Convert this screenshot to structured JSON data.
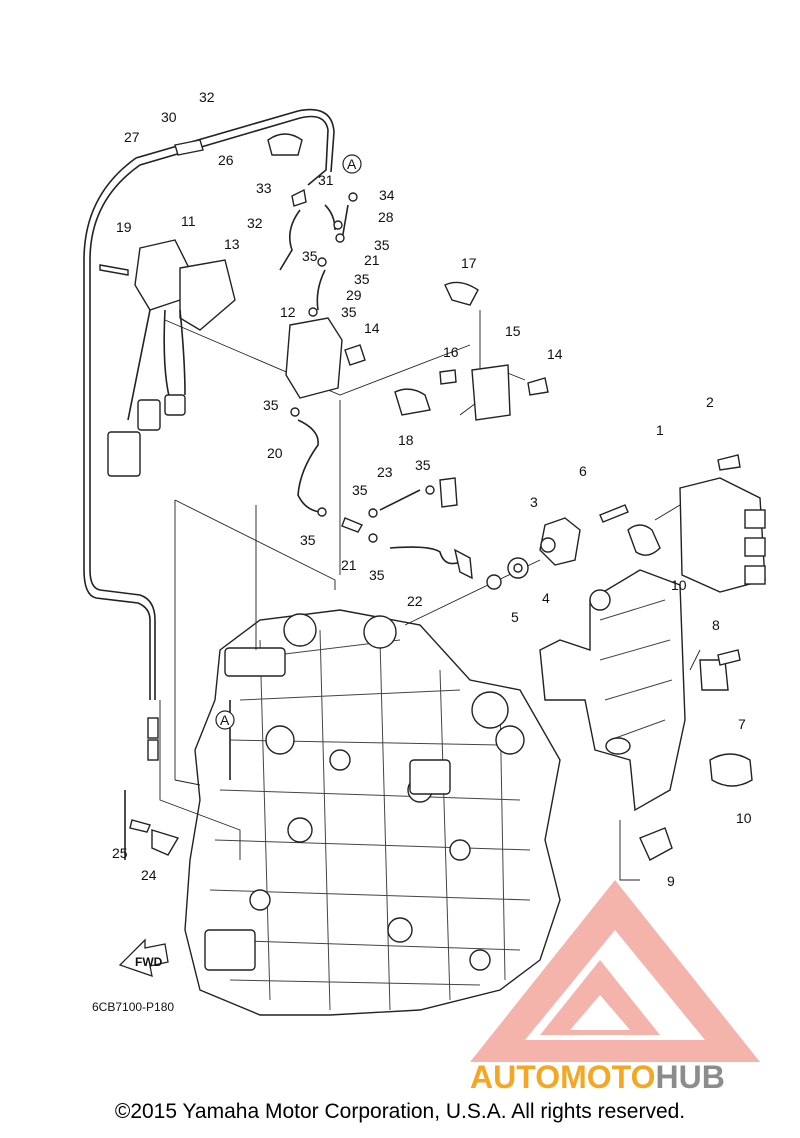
{
  "diagram": {
    "drawing_code": "6CB7100-P180",
    "fwd_label": "FWD",
    "ref_marker": "A",
    "callouts": [
      "1",
      "2",
      "3",
      "4",
      "5",
      "6",
      "7",
      "8",
      "9",
      "10",
      "10",
      "11",
      "12",
      "13",
      "14",
      "14",
      "15",
      "16",
      "17",
      "18",
      "19",
      "20",
      "21",
      "21",
      "22",
      "23",
      "24",
      "25",
      "26",
      "27",
      "28",
      "29",
      "30",
      "31",
      "32",
      "32",
      "33",
      "34",
      "35",
      "35",
      "35",
      "35",
      "35",
      "35",
      "35",
      "35"
    ]
  },
  "watermark": {
    "brand_part1": "AUTOMOTO",
    "brand_part2": "HUB",
    "colors": {
      "orange": "#f5a623",
      "red": "#e8412c",
      "gray": "#808080",
      "logo": "#f2a59b"
    }
  },
  "footer": {
    "copyright": "©2015 Yamaha Motor Corporation, U.S.A. All rights reserved."
  }
}
